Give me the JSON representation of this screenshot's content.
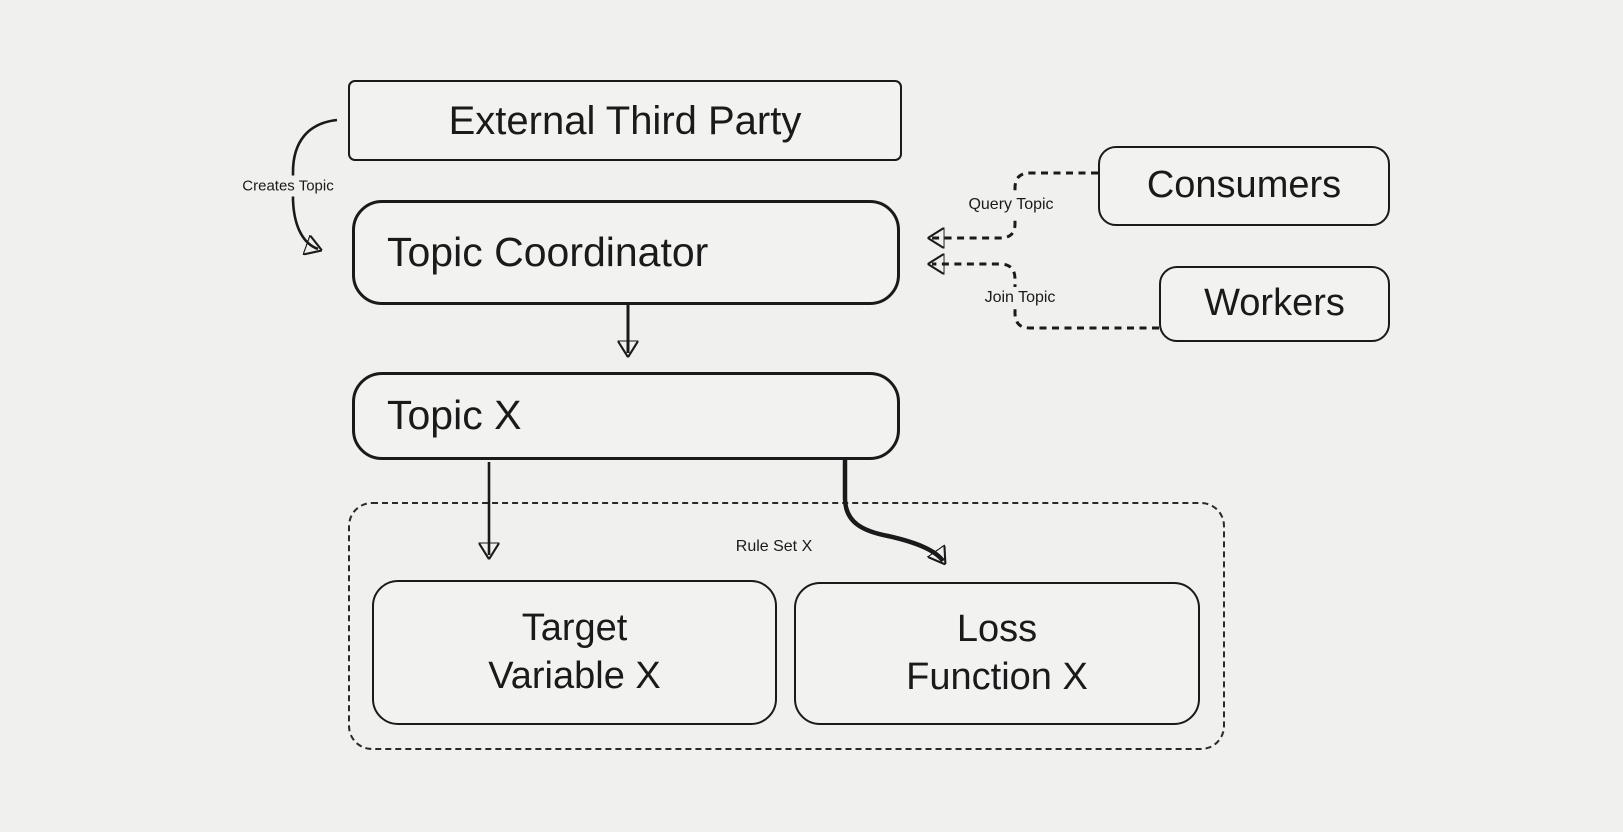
{
  "style": {
    "background": "#f0f0ee",
    "node_fill": "#f2f2f0",
    "line_color": "#1a1a1a",
    "text_color": "#1a1a1a"
  },
  "nodes": {
    "external_third_party": {
      "label": "External Third Party"
    },
    "topic_coordinator": {
      "label": "Topic Coordinator"
    },
    "consumers": {
      "label": "Consumers"
    },
    "workers": {
      "label": "Workers"
    },
    "topic_x": {
      "label": "Topic X"
    },
    "target_variable_x": {
      "line1": "Target",
      "line2": "Variable X"
    },
    "loss_function_x": {
      "line1": "Loss",
      "line2": "Function X"
    }
  },
  "groups": {
    "rule_set_x": {
      "label": "Rule Set X"
    }
  },
  "edges": {
    "creates_topic": {
      "label": "Creates Topic",
      "from": "External Third Party",
      "to": "Topic Coordinator",
      "style": "solid-curved"
    },
    "query_topic": {
      "label": "Query Topic",
      "from": "Consumers",
      "to": "Topic Coordinator",
      "style": "dashed"
    },
    "join_topic": {
      "label": "Join Topic",
      "from": "Workers",
      "to": "Topic Coordinator",
      "style": "dashed"
    },
    "coordinator_to_topic_x": {
      "label": "",
      "from": "Topic Coordinator",
      "to": "Topic X",
      "style": "solid"
    },
    "topic_x_to_target": {
      "label": "",
      "from": "Topic X",
      "to": "Target Variable X",
      "style": "solid"
    },
    "topic_x_to_loss": {
      "label": "",
      "from": "Topic X",
      "to": "Loss Function X",
      "style": "solid-curved-thick"
    }
  }
}
